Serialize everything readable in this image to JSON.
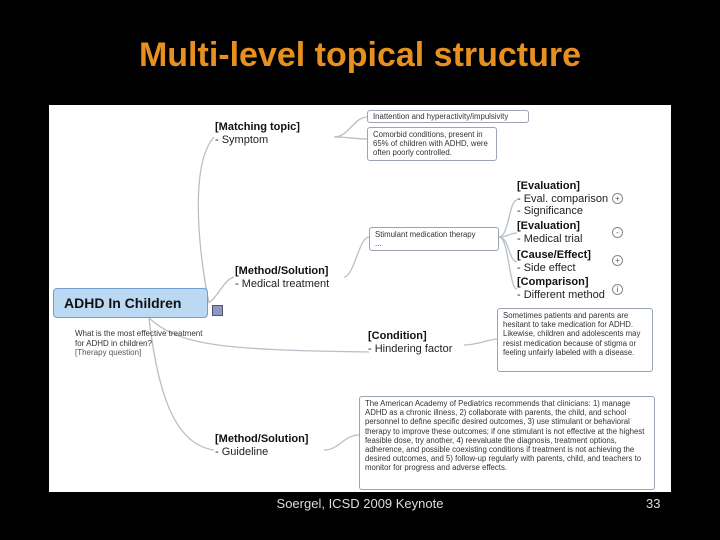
{
  "title": "Multi-level topical structure",
  "root": {
    "label": "ADHD In Children",
    "question": "What is the most effective treatment for ADHD in children?",
    "question_tag": "[Therapy question]"
  },
  "branches": {
    "matching": {
      "head": "[Matching topic]",
      "sub": "- Symptom"
    },
    "method_medical": {
      "head": "[Method/Solution]",
      "sub": "- Medical treatment"
    },
    "condition": {
      "head": "[Condition]",
      "sub": "- Hindering factor"
    },
    "method_guideline": {
      "head": "[Method/Solution]",
      "sub": "- Guideline"
    }
  },
  "boxes": {
    "inattention": "Inattention and hyperactivity/impulsivity",
    "comorbid": "Comorbid conditions, present in 65% of children with ADHD, were often poorly controlled.",
    "stimulant_1": "Stimulant medication therapy",
    "stimulant_2": "...",
    "parents": "Sometimes patients and parents are hesitant to take medication for ADHD. Likewise, children and adolescents may resist medication because of stigma or feeling unfairly labeled with a disease.",
    "aap": "The American Academy of Pediatrics recommends that clinicians: 1) manage ADHD as a chronic illness, 2) collaborate with parents, the child, and school personnel to define specific desired outcomes, 3) use stimulant or behavioral therapy to improve these outcomes; if one stimulant is not effective at the highest feasible dose, try another, 4) reevaluate the diagnosis, treatment options, adherence, and possible coexisting conditions if treatment is not achieving the desired outcomes, and 5) follow-up regularly with parents, child, and teachers to monitor for progress and adverse effects."
  },
  "sub_nodes": [
    {
      "head": "[Evaluation]",
      "lines": [
        "- Eval. comparison",
        "- Significance"
      ],
      "expander": "+"
    },
    {
      "head": "[Evaluation]",
      "lines": [
        "- Medical trial"
      ],
      "expander": "-"
    },
    {
      "head": "[Cause/Effect]",
      "lines": [
        "- Side effect"
      ],
      "expander": "+"
    },
    {
      "head": "[Comparison]",
      "lines": [
        "- Different method"
      ],
      "expander": "i"
    }
  ],
  "footer": {
    "center": "Soergel, ICSD 2009 Keynote",
    "page": "33"
  }
}
